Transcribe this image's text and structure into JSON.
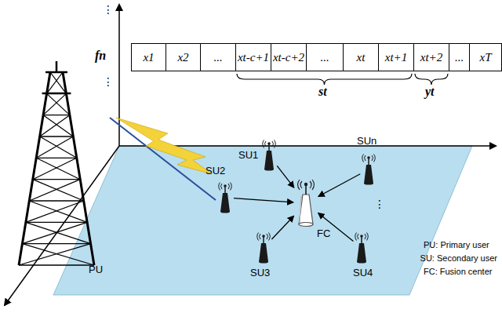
{
  "diagram": {
    "nodes": [
      {
        "text": [
          "x1"
        ]
      },
      {
        "text": [
          "x2"
        ]
      },
      {
        "text": [
          "..."
        ]
      },
      {
        "text": [
          "xt-c+1"
        ]
      },
      {
        "text": [
          "xt-c+2"
        ]
      },
      {
        "text": [
          "..."
        ]
      },
      {
        "text": [
          "xt"
        ]
      },
      {
        "text": [
          "xt+1"
        ]
      },
      {
        "text": [
          "xt+2"
        ]
      },
      {
        "text": [
          "..."
        ]
      },
      {
        "text": [
          "xT"
        ]
      },
      {
        "text": [
          "SU1"
        ]
      },
      {
        "text": [
          "SUn"
        ]
      },
      {
        "text": [
          "SU2"
        ]
      },
      {
        "text": [
          "FC"
        ]
      },
      {
        "text": [
          "SU3"
        ]
      },
      {
        "text": [
          "SU4"
        ]
      }
    ],
    "edges": [
      {
        "from": 11,
        "to": 14,
        "arrow": "to"
      },
      {
        "from": 12,
        "to": 14,
        "arrow": "to"
      },
      {
        "from": 13,
        "to": 14,
        "arrow": "to"
      },
      {
        "from": 15,
        "to": 14,
        "arrow": "to"
      },
      {
        "from": 16,
        "to": 14,
        "arrow": "to"
      }
    ],
    "labels": [
      "⋮",
      "fn",
      "⋮",
      "st",
      "yt",
      "PU",
      "⋮",
      "PU: Primary user",
      "SU: Secondary user",
      "FC: Fusion center"
    ]
  }
}
